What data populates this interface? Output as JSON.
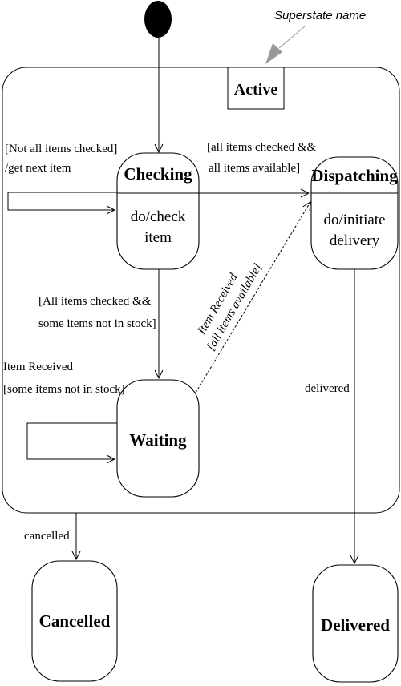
{
  "superstate": {
    "callout": "Superstate name",
    "name": "Active"
  },
  "states": {
    "checking": {
      "name": "Checking",
      "activity_line1": "do/check",
      "activity_line2": "item"
    },
    "dispatching": {
      "name": "Dispatching",
      "activity_line1": "do/initiate",
      "activity_line2": "delivery"
    },
    "waiting": {
      "name": "Waiting"
    },
    "cancelled": {
      "name": "Cancelled"
    },
    "delivered": {
      "name": "Delivered"
    }
  },
  "transitions": {
    "checking_self": {
      "line1": "[Not all items checked]",
      "line2": "/get next item"
    },
    "checking_to_dispatching": {
      "line1": "[all items checked &&",
      "line2": "all items available]"
    },
    "checking_to_waiting": {
      "line1": "[All items checked &&",
      "line2": "some items not in stock]"
    },
    "waiting_self": {
      "line1": "Item Received",
      "line2": "[some items not in stock]"
    },
    "waiting_to_dispatching": {
      "line1": "Item Received",
      "line2": "[all items available]"
    },
    "dispatching_to_delivered": {
      "label": "delivered"
    },
    "active_to_cancelled": {
      "label": "cancelled"
    }
  },
  "colors": {
    "ink": "#000000",
    "callout_arrow": "#999999",
    "background": "#ffffff"
  }
}
